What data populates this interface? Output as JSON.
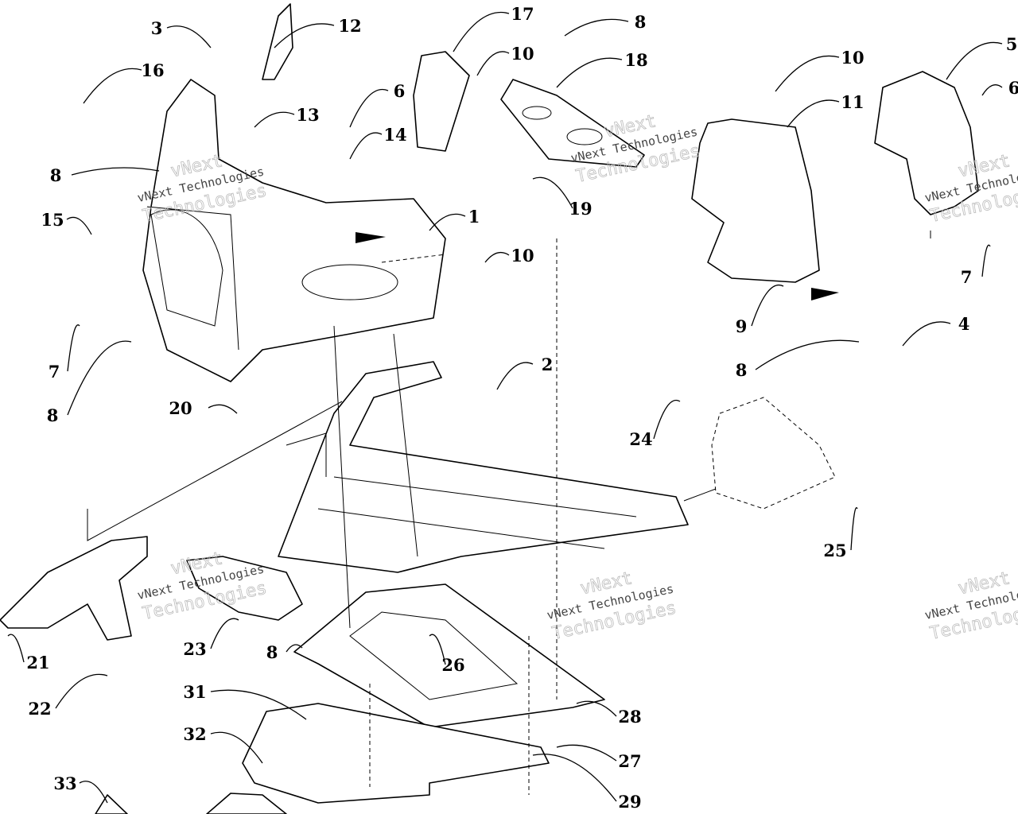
{
  "watermark": {
    "line1": "vNext",
    "line2": "Technologies",
    "small": "vNext Technologies"
  },
  "callouts": [
    "3",
    "12",
    "17",
    "8",
    "16",
    "10",
    "18",
    "10",
    "5",
    "6",
    "13",
    "14",
    "11",
    "6",
    "8",
    "19",
    "15",
    "1",
    "10",
    "7",
    "9",
    "4",
    "7",
    "2",
    "8",
    "8",
    "20",
    "24",
    "25",
    "23",
    "21",
    "8",
    "26",
    "22",
    "31",
    "28",
    "32",
    "27",
    "33",
    "29"
  ]
}
